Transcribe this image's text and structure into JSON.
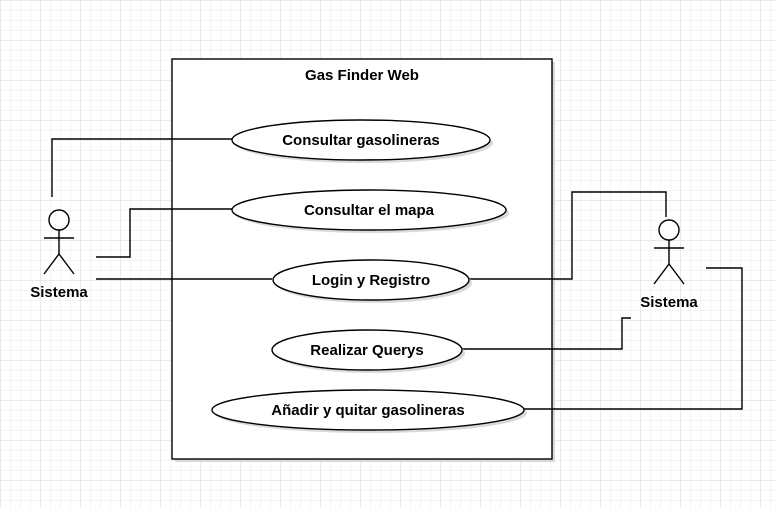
{
  "system_boundary": {
    "title": "Gas Finder Web"
  },
  "actors": [
    {
      "id": "actor-left",
      "label": "Sistema"
    },
    {
      "id": "actor-right",
      "label": "Sistema"
    }
  ],
  "use_cases": [
    {
      "id": "uc-consultar-gasolineras",
      "label": "Consultar gasolineras"
    },
    {
      "id": "uc-consultar-mapa",
      "label": "Consultar el mapa"
    },
    {
      "id": "uc-login-registro",
      "label": "Login y Registro"
    },
    {
      "id": "uc-realizar-querys",
      "label": "Realizar Querys"
    },
    {
      "id": "uc-anadir-quitar",
      "label": "Añadir y quitar gasolineras"
    }
  ],
  "colors": {
    "stroke": "#000000",
    "fill": "#ffffff",
    "shadow": "#d9d9d9",
    "grid": "#e9e9e9"
  }
}
